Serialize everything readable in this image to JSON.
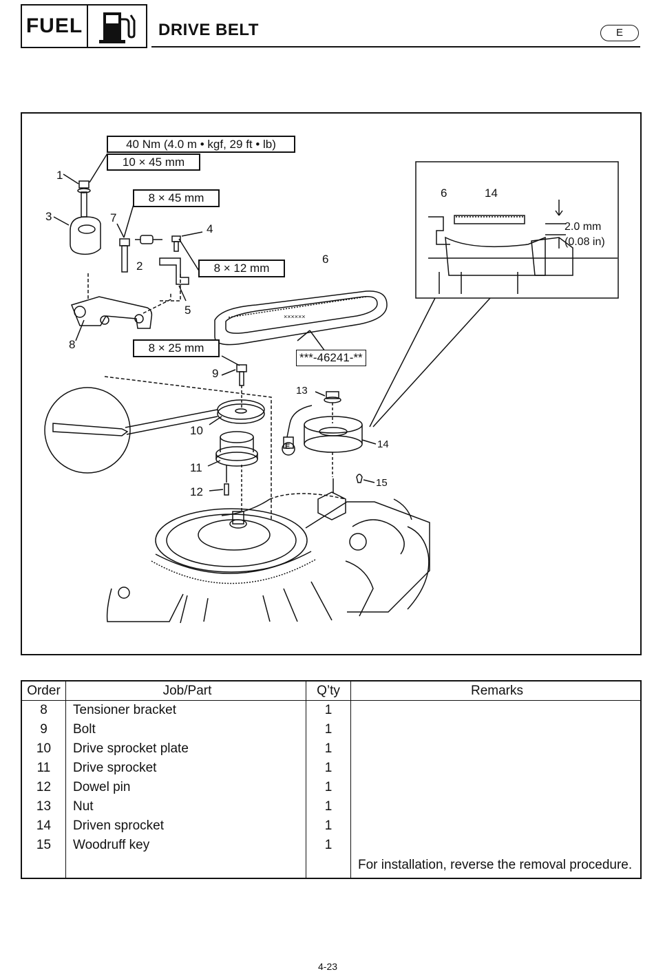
{
  "header": {
    "section_label": "FUEL",
    "section_icon": "fuel-pump-icon",
    "title": "DRIVE BELT",
    "language_badge": "E"
  },
  "figure": {
    "specs": {
      "torque": "40 Nm (4.0 m • kgf, 29 ft • lb)",
      "bolt_1_size": "10 × 45 mm",
      "bolt_7_size": "8 × 45 mm",
      "bolt_4_size": "8 × 12 mm",
      "bolt_9_size": "8 × 25 mm"
    },
    "belt_part_number": "***-46241-**",
    "belt_marking": "××××××",
    "clearance": {
      "metric": "2.0 mm",
      "imperial": "(0.08 in)"
    },
    "lubricant_symbol": "E",
    "callouts": [
      "1",
      "2",
      "3",
      "4",
      "5",
      "6",
      "7",
      "8",
      "9",
      "10",
      "11",
      "12",
      "13",
      "14",
      "15"
    ],
    "detail_callouts": [
      "6",
      "14"
    ]
  },
  "table": {
    "headers": {
      "order": "Order",
      "job_part": "Job/Part",
      "qty": "Q’ty",
      "remarks": "Remarks"
    },
    "rows": [
      {
        "order": "8",
        "part": "Tensioner bracket",
        "qty": "1",
        "remarks": ""
      },
      {
        "order": "9",
        "part": "Bolt",
        "qty": "1",
        "remarks": ""
      },
      {
        "order": "10",
        "part": "Drive sprocket plate",
        "qty": "1",
        "remarks": ""
      },
      {
        "order": "11",
        "part": "Drive sprocket",
        "qty": "1",
        "remarks": ""
      },
      {
        "order": "12",
        "part": "Dowel pin",
        "qty": "1",
        "remarks": ""
      },
      {
        "order": "13",
        "part": "Nut",
        "qty": "1",
        "remarks": ""
      },
      {
        "order": "14",
        "part": "Driven sprocket",
        "qty": "1",
        "remarks": ""
      },
      {
        "order": "15",
        "part": "Woodruff key",
        "qty": "1",
        "remarks": ""
      },
      {
        "order": "",
        "part": "",
        "qty": "",
        "remarks": "For installation, reverse the removal procedure."
      }
    ]
  },
  "footer": {
    "page_number": "4-23"
  }
}
